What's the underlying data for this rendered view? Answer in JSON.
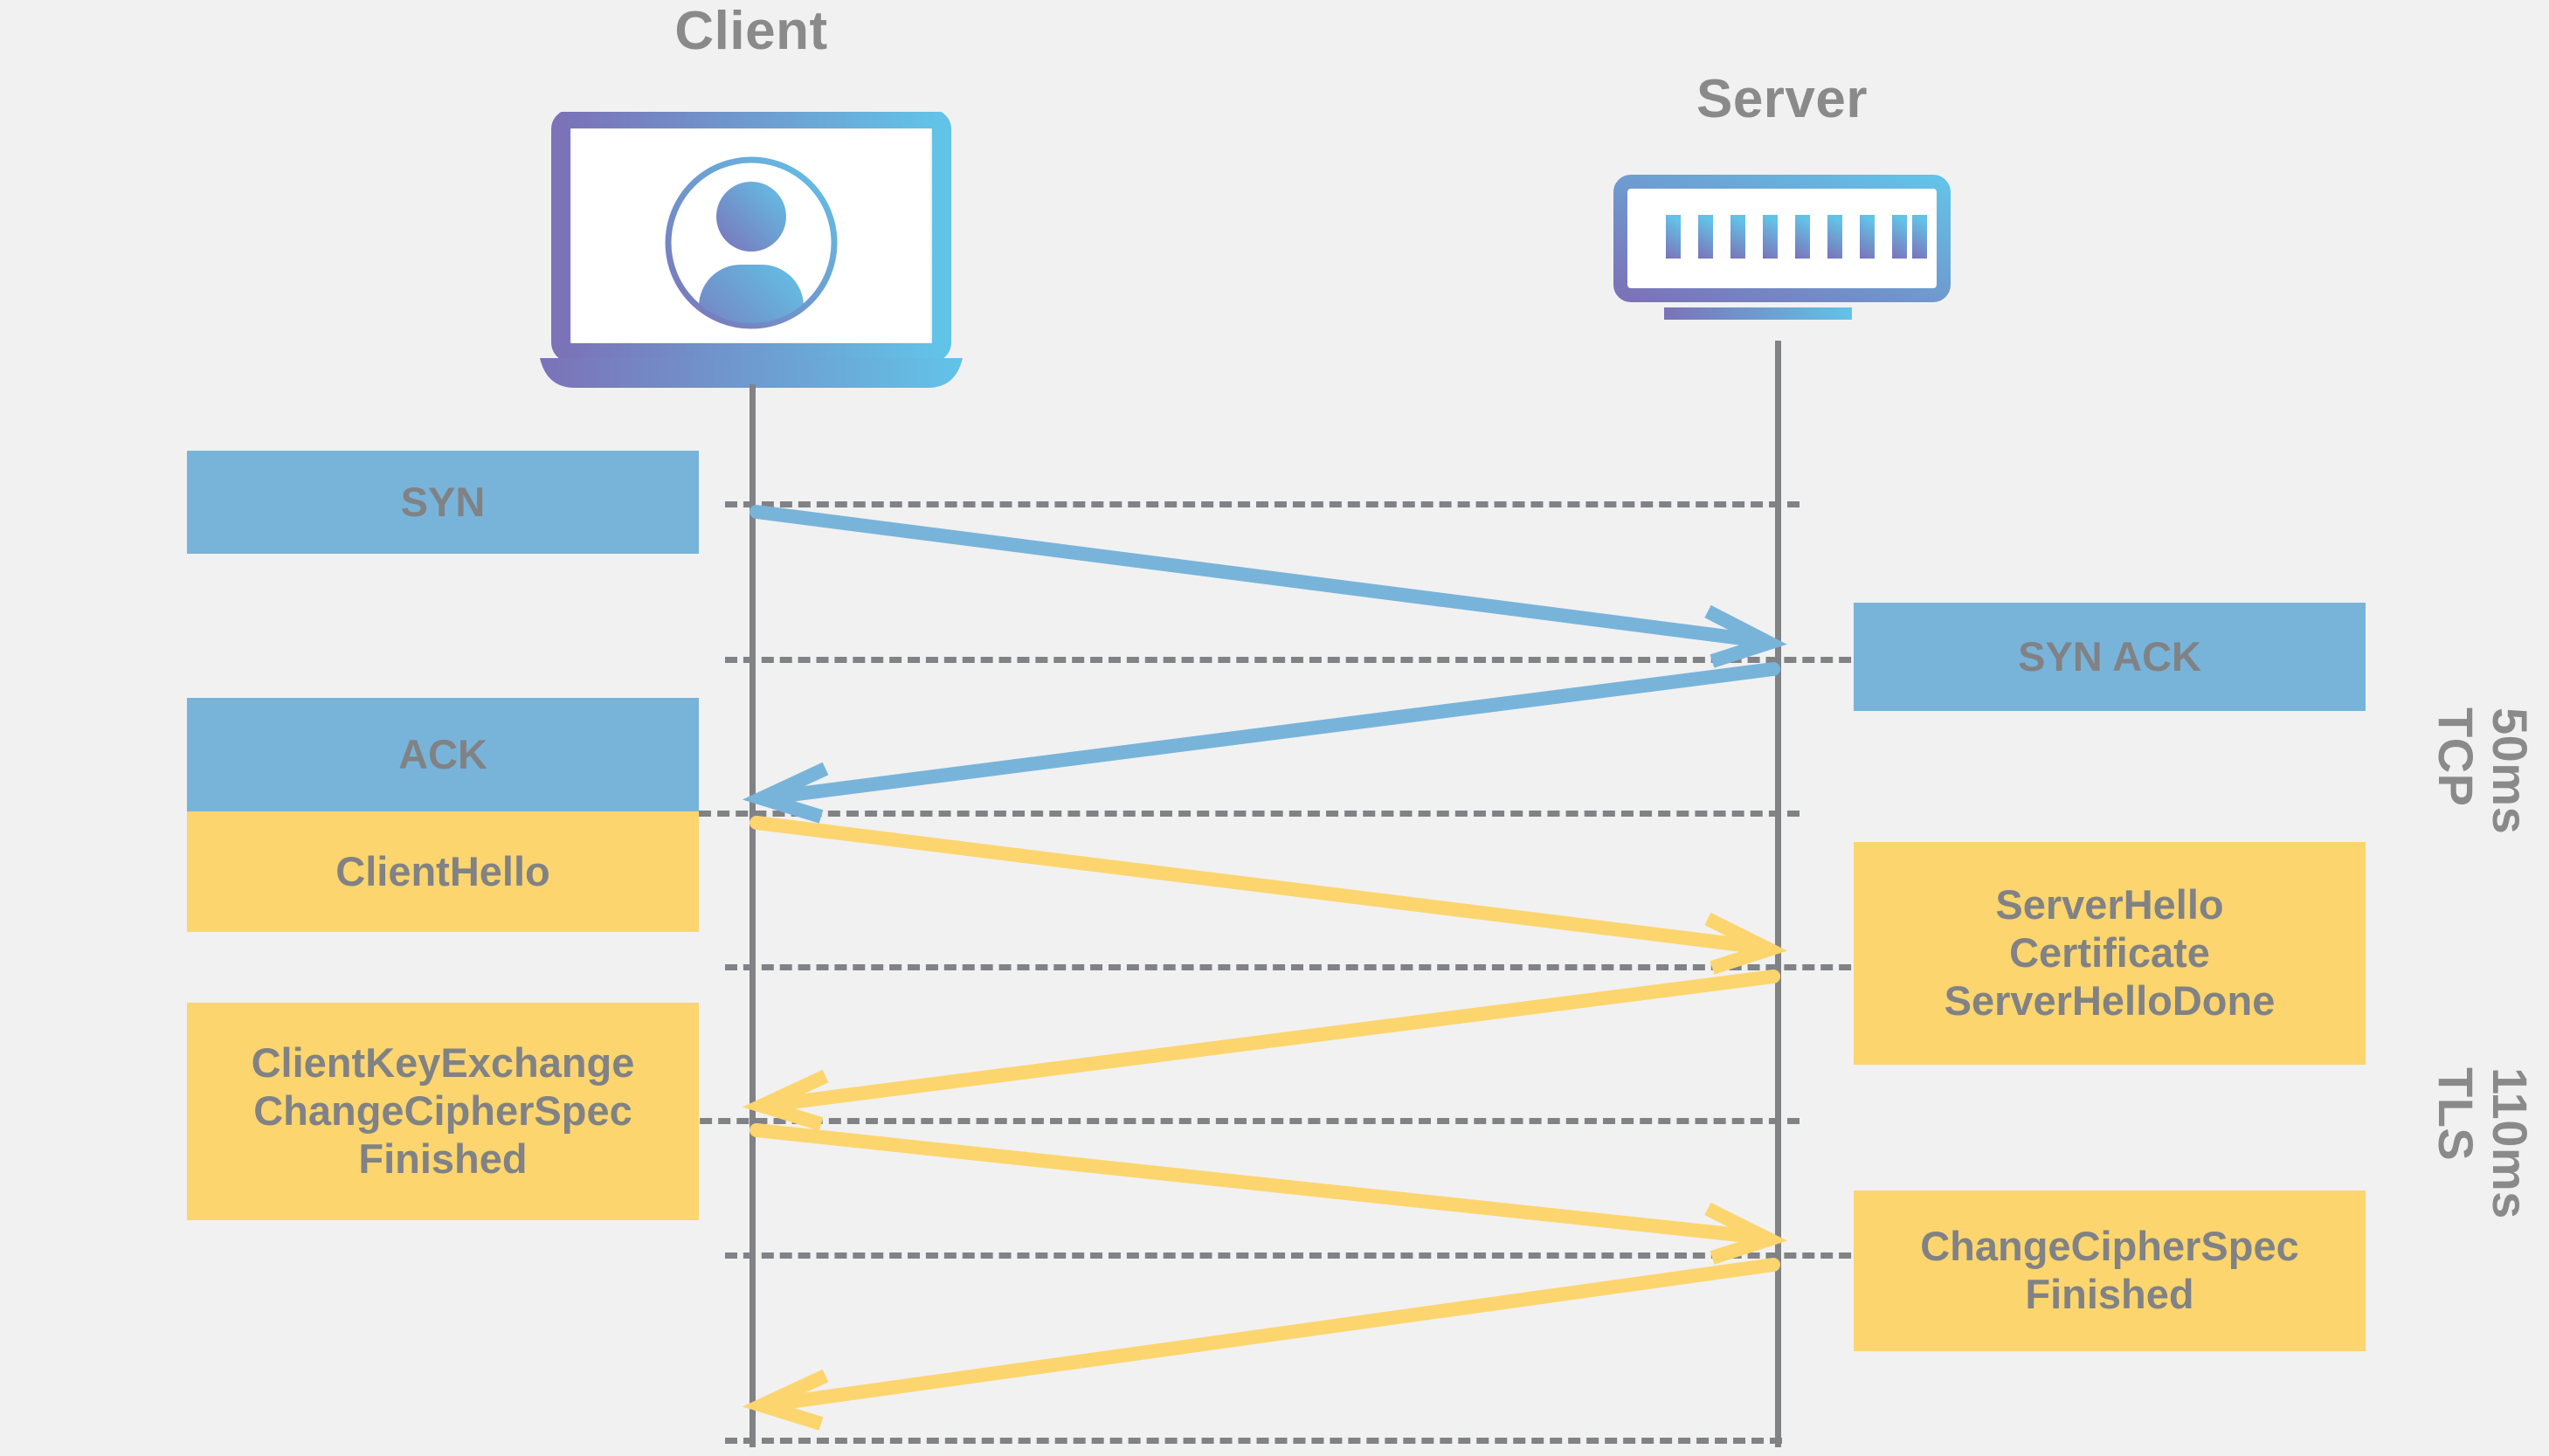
{
  "diagram": {
    "title_client": "Client",
    "title_server": "Server",
    "background_color": "#f1f1f1",
    "colors": {
      "tcp_blue": "#78b4da",
      "tls_yellow": "#fcd56e",
      "text_gray": "#808285",
      "lifeline_gray": "#808285",
      "icon_gradient_start": "#7b72b8",
      "icon_gradient_end": "#62c3e8"
    }
  },
  "actors": [
    {
      "name": "Client",
      "icon": "laptop-user-icon"
    },
    {
      "name": "Server",
      "icon": "server-rack-icon"
    }
  ],
  "messages": [
    {
      "id": "syn",
      "label": "SYN",
      "side": "left",
      "protocol": "tcp",
      "color": "#78b4da",
      "direction": "client-to-server"
    },
    {
      "id": "syn-ack",
      "label": "SYN ACK",
      "side": "right",
      "protocol": "tcp",
      "color": "#78b4da",
      "direction": "server-to-client"
    },
    {
      "id": "ack",
      "label": "ACK",
      "side": "left",
      "protocol": "tcp",
      "color": "#78b4da",
      "direction": "client-to-server"
    },
    {
      "id": "client-hello",
      "label": "ClientHello",
      "side": "left",
      "protocol": "tls",
      "color": "#fcd56e",
      "direction": "client-to-server"
    },
    {
      "id": "server-hello",
      "label": "ServerHello\nCertificate\nServerHelloDone",
      "lines": [
        "ServerHello",
        "Certificate",
        "ServerHelloDone"
      ],
      "side": "right",
      "protocol": "tls",
      "color": "#fcd56e",
      "direction": "server-to-client"
    },
    {
      "id": "client-key-exchange",
      "label": "ClientKeyExchange\nChangeCipherSpec\nFinished",
      "lines": [
        "ClientKeyExchange",
        "ChangeCipherSpec",
        "Finished"
      ],
      "side": "left",
      "protocol": "tls",
      "color": "#fcd56e",
      "direction": "client-to-server"
    },
    {
      "id": "server-change-cipher-spec",
      "label": "ChangeCipherSpec\nFinished",
      "lines": [
        "ChangeCipherSpec",
        "Finished"
      ],
      "side": "right",
      "protocol": "tls",
      "color": "#fcd56e",
      "direction": "server-to-client"
    }
  ],
  "phases": [
    {
      "id": "tcp-phase",
      "name": "TCP",
      "duration": "50ms"
    },
    {
      "id": "tls-phase",
      "name": "TLS",
      "duration": "110ms"
    }
  ],
  "box_text": {
    "syn": "SYN",
    "syn_ack": "SYN ACK",
    "ack": "ACK",
    "client_hello": "ClientHello",
    "server_hello_l1": "ServerHello",
    "server_hello_l2": "Certificate",
    "server_hello_l3": "ServerHelloDone",
    "cke_l1": "ClientKeyExchange",
    "cke_l2": "ChangeCipherSpec",
    "cke_l3": "Finished",
    "ccs_l1": "ChangeCipherSpec",
    "ccs_l2": "Finished"
  },
  "side_labels": {
    "tcp_name": "TCP",
    "tcp_time": "50ms",
    "tls_name": "TLS",
    "tls_time": "110ms"
  }
}
